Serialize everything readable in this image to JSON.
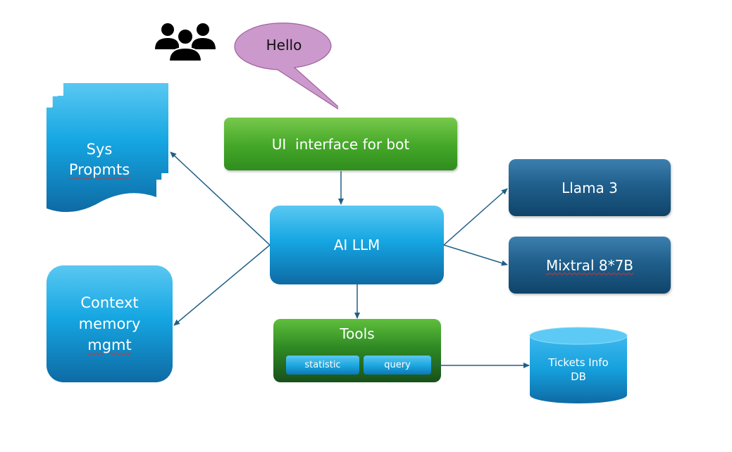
{
  "diagram": {
    "speech_bubble": {
      "text": "Hello",
      "color": "#cc99cc"
    },
    "users_icon": "users-group-icon",
    "nodes": {
      "ui": {
        "label": "UI  interface for bot",
        "color": "#4caf2f"
      },
      "llm": {
        "label": "AI LLM",
        "color": "#15a6e2"
      },
      "sys_prompts": {
        "line1": "Sys",
        "line2": "Propmts",
        "color": "#15a6e2"
      },
      "context": {
        "line1": "Context",
        "line2": "memory",
        "line3": "mgmt",
        "color": "#15a6e2"
      },
      "llama": {
        "label": "Llama 3",
        "color": "#205f8c"
      },
      "mixtral": {
        "label": "Mixtral 8*7B",
        "color": "#205f8c"
      },
      "tools": {
        "label": "Tools",
        "color": "#2f8a24",
        "items": [
          {
            "label": "statistic"
          },
          {
            "label": "query"
          }
        ]
      },
      "db": {
        "line1": "Tickets Info",
        "line2": "DB",
        "color": "#15a6e2"
      }
    },
    "edges": [
      {
        "from": "speech_bubble",
        "to": "ui"
      },
      {
        "from": "ui",
        "to": "llm"
      },
      {
        "from": "llm",
        "to": "sys_prompts"
      },
      {
        "from": "llm",
        "to": "context"
      },
      {
        "from": "llm",
        "to": "llama"
      },
      {
        "from": "llm",
        "to": "mixtral"
      },
      {
        "from": "llm",
        "to": "tools"
      },
      {
        "from": "query",
        "to": "db"
      }
    ],
    "edge_color": "#1f5f86"
  }
}
